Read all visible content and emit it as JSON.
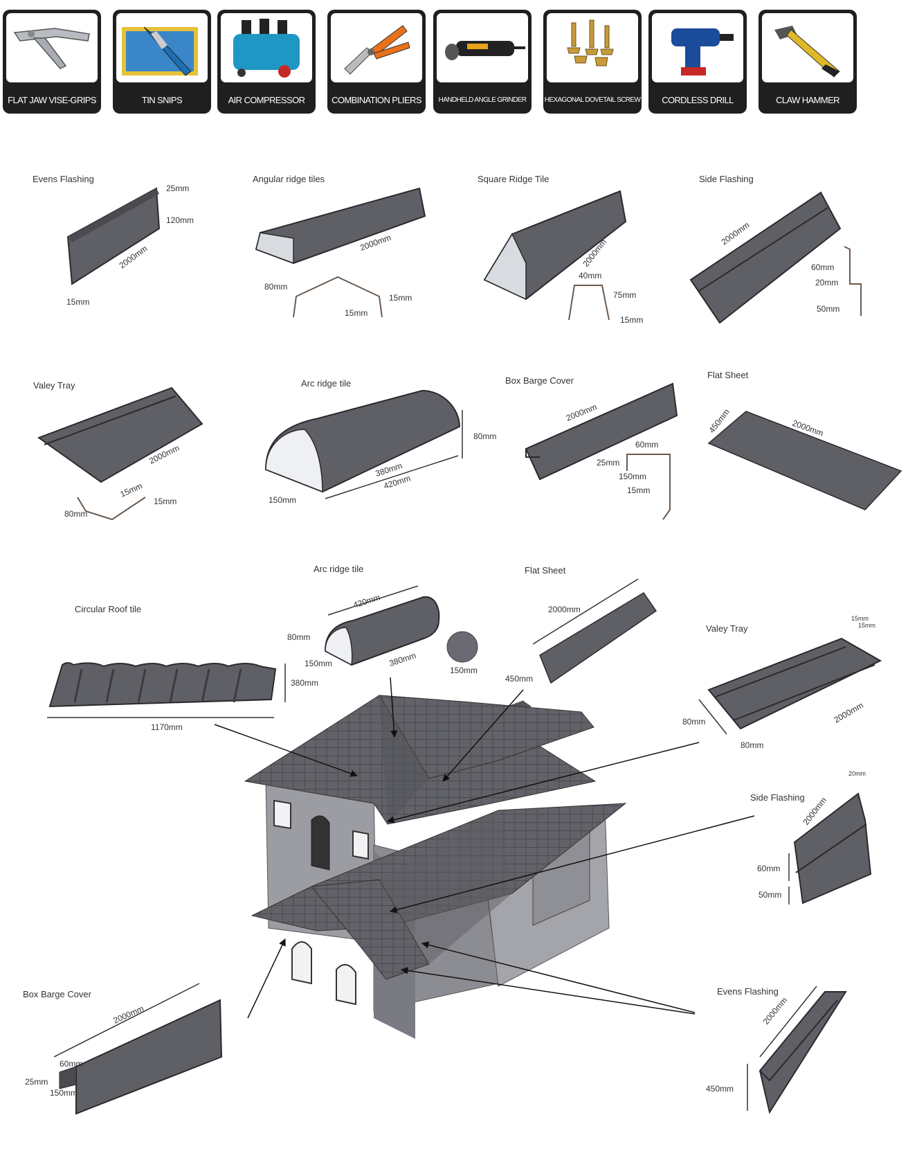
{
  "tools": [
    {
      "label": "FLAT JAW VISE-GRIPS",
      "icon": "vise-grips-icon"
    },
    {
      "label": "TIN SNIPS",
      "icon": "tin-snips-icon"
    },
    {
      "label": "AIR COMPRESSOR",
      "icon": "air-compressor-icon"
    },
    {
      "label": "COMBINATION PLIERS",
      "icon": "pliers-icon"
    },
    {
      "label": "HANDHELD ANGLE GRINDER",
      "icon": "angle-grinder-icon"
    },
    {
      "label": "HEXAGONAL DOVETAIL SCREW",
      "icon": "screw-icon"
    },
    {
      "label": "CORDLESS DRILL",
      "icon": "cordless-drill-icon"
    },
    {
      "label": "CLAW HAMMER",
      "icon": "claw-hammer-icon"
    }
  ],
  "catalog": {
    "evens_flashing": {
      "title": "Evens Flashing",
      "d1": "25mm",
      "d2": "120mm",
      "d3": "2000mm",
      "d4": "15mm"
    },
    "angular_ridge": {
      "title": "Angular ridge tiles",
      "d1": "2000mm",
      "d2": "80mm",
      "d3": "15mm",
      "d4": "15mm"
    },
    "square_ridge": {
      "title": "Square Ridge Tile",
      "d1": "2000mm",
      "d2": "40mm",
      "d3": "75mm",
      "d4": "15mm"
    },
    "side_flashing": {
      "title": "Side Flashing",
      "d1": "2000mm",
      "d2": "60mm",
      "d3": "20mm",
      "d4": "50mm"
    },
    "valey_tray": {
      "title": "Valey Tray",
      "d1": "2000mm",
      "d2": "15mm",
      "d3": "15mm",
      "d4": "80mm"
    },
    "arc_ridge": {
      "title": "Arc ridge tile",
      "d1": "80mm",
      "d2": "380mm",
      "d3": "420mm",
      "d4": "150mm"
    },
    "box_barge": {
      "title": "Box Barge Cover",
      "d1": "2000mm",
      "d2": "60mm",
      "d3": "25mm",
      "d4": "150mm",
      "d5": "15mm"
    },
    "flat_sheet": {
      "title": "Flat Sheet",
      "d1": "450mm",
      "d2": "2000mm"
    }
  },
  "house": {
    "arc_ridge": {
      "title": "Arc ridge tile",
      "d1": "420mm",
      "d2": "80mm",
      "d3": "150mm",
      "d4": "380mm",
      "d5": "150mm"
    },
    "flat_sheet": {
      "title": "Flat Sheet",
      "d1": "2000mm",
      "d2": "450mm"
    },
    "circular_roof": {
      "title": "Circular Roof tile",
      "d1": "380mm",
      "d2": "1170mm"
    },
    "valey_tray": {
      "title": "Valey Tray",
      "d1": "15mm",
      "d2": "15mm",
      "d3": "80mm",
      "d4": "80mm",
      "d5": "2000mm"
    },
    "side_flashing": {
      "title": "Side Flashing",
      "d1": "20mm",
      "d2": "2000mm",
      "d3": "60mm",
      "d4": "50mm"
    },
    "box_barge": {
      "title": "Box Barge Cover",
      "d1": "2000mm",
      "d2": "60mm",
      "d3": "25mm",
      "d4": "150mm"
    },
    "evens_flashing": {
      "title": "Evens Flashing",
      "d1": "2000mm",
      "d2": "450mm"
    }
  },
  "colors": {
    "metal": "#5f5f66",
    "metal_dark": "#3a3a40",
    "edge": "#2a2a2e",
    "label_bg": "#1f1f1f",
    "profile": "#6b5a4e"
  }
}
